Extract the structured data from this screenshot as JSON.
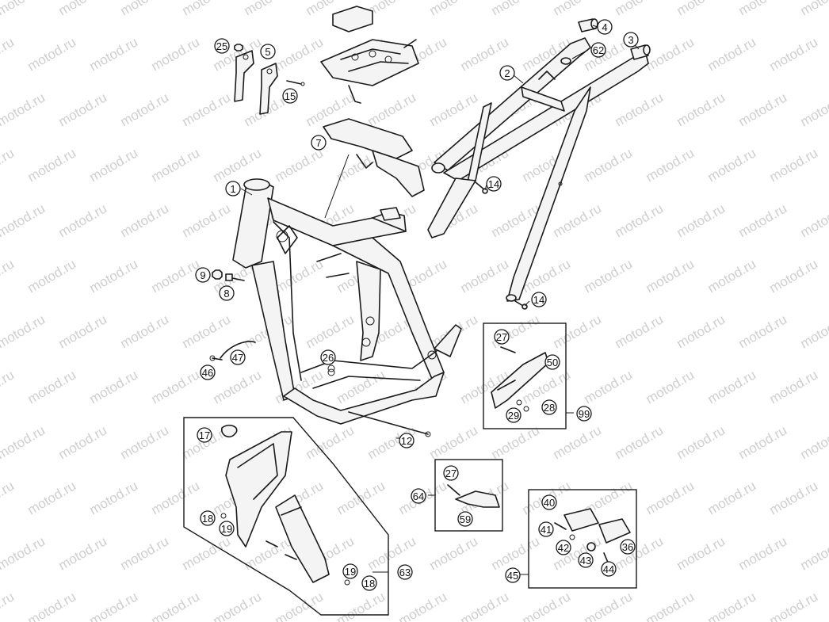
{
  "watermark": "motod.ru",
  "callouts": [
    {
      "id": "c1",
      "label": "1"
    },
    {
      "id": "c2",
      "label": "2"
    },
    {
      "id": "c3",
      "label": "3"
    },
    {
      "id": "c4",
      "label": "4"
    },
    {
      "id": "c5",
      "label": "5"
    },
    {
      "id": "c7",
      "label": "7"
    },
    {
      "id": "c8",
      "label": "8"
    },
    {
      "id": "c9",
      "label": "9"
    },
    {
      "id": "c12",
      "label": "12"
    },
    {
      "id": "c14a",
      "label": "14"
    },
    {
      "id": "c14b",
      "label": "14"
    },
    {
      "id": "c15",
      "label": "15"
    },
    {
      "id": "c17",
      "label": "17"
    },
    {
      "id": "c18a",
      "label": "18"
    },
    {
      "id": "c18b",
      "label": "18"
    },
    {
      "id": "c19a",
      "label": "19"
    },
    {
      "id": "c19b",
      "label": "19"
    },
    {
      "id": "c25",
      "label": "25"
    },
    {
      "id": "c26",
      "label": "26"
    },
    {
      "id": "c27a",
      "label": "27"
    },
    {
      "id": "c27b",
      "label": "27"
    },
    {
      "id": "c28",
      "label": "28"
    },
    {
      "id": "c29",
      "label": "29"
    },
    {
      "id": "c36",
      "label": "36"
    },
    {
      "id": "c40",
      "label": "40"
    },
    {
      "id": "c41",
      "label": "41"
    },
    {
      "id": "c42",
      "label": "42"
    },
    {
      "id": "c43",
      "label": "43"
    },
    {
      "id": "c44",
      "label": "44"
    },
    {
      "id": "c45",
      "label": "45"
    },
    {
      "id": "c46",
      "label": "46"
    },
    {
      "id": "c47",
      "label": "47"
    },
    {
      "id": "c50",
      "label": "50"
    },
    {
      "id": "c59",
      "label": "59"
    },
    {
      "id": "c62",
      "label": "62"
    },
    {
      "id": "c63",
      "label": "63"
    },
    {
      "id": "c64",
      "label": "64"
    },
    {
      "id": "c99",
      "label": "99"
    }
  ]
}
